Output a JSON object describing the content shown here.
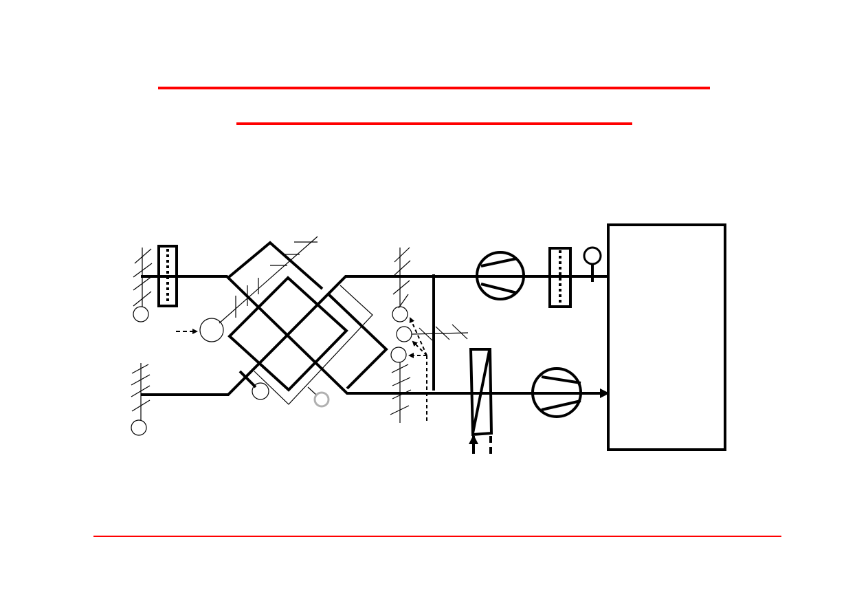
{
  "colors": {
    "background": "#ffffff",
    "accent_rule": "#ff0000",
    "stroke": "#000000",
    "muted_sensor": "#b0b0b0"
  },
  "diagram": {
    "components": [
      "damper",
      "filter",
      "heat-exchanger",
      "fan",
      "heating-coil",
      "sensor",
      "room"
    ]
  }
}
